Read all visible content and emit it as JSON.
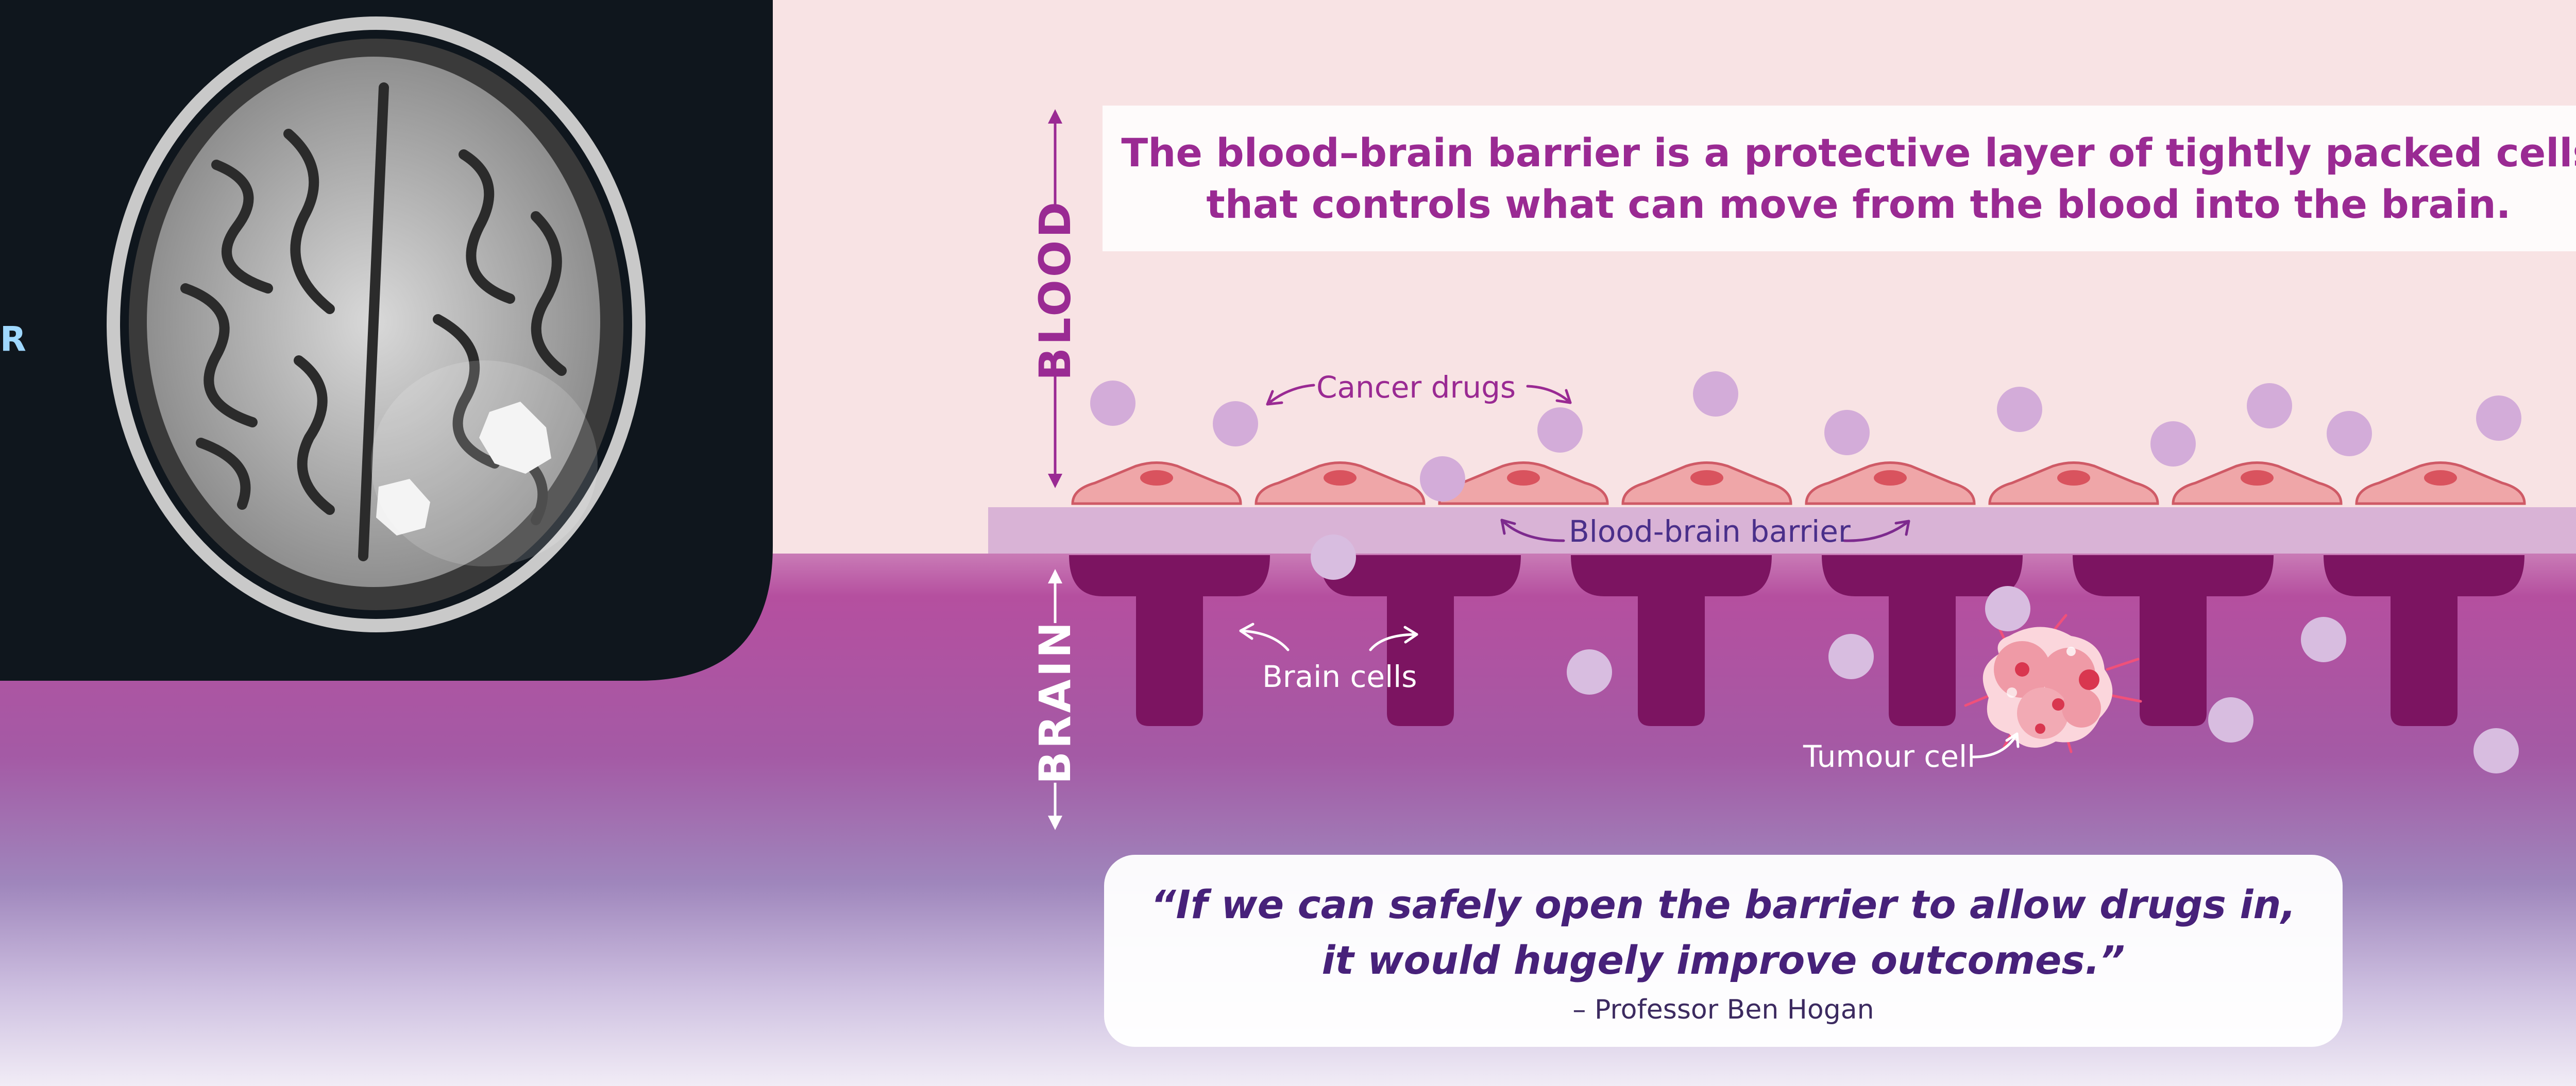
{
  "headline": {
    "line1": "The blood–brain barrier is a protective layer of tightly packed cells",
    "line2": "that controls what can move from the blood into the brain."
  },
  "side_labels": {
    "blood": "BLOOD",
    "brain": "BRAIN"
  },
  "annotations": {
    "cancer_drugs": "Cancer drugs",
    "barrier": "Blood-brain barrier",
    "brain_cells": "Brain cells",
    "tumour_cell": "Tumour cell"
  },
  "quote": {
    "line1": "“If we can safely open the barrier to allow drugs in,",
    "line2": "it would hugely improve outcomes.”",
    "attribution": "– Professor Ben Hogan"
  },
  "scan": {
    "edge_letter": "R"
  },
  "colors": {
    "blood_bg": "#f8e3e4",
    "barrier_band": "#d9b3d6",
    "brain_top": "#b54f9f",
    "brain_bottom": "#ece6f4",
    "endothelial_fill": "#efa6a8",
    "endothelial_stroke": "#cf5a66",
    "brain_cell": "#7c1461",
    "drug": "#d3acd9",
    "headline_text": "#9a2a93",
    "quote_text": "#47217a"
  }
}
